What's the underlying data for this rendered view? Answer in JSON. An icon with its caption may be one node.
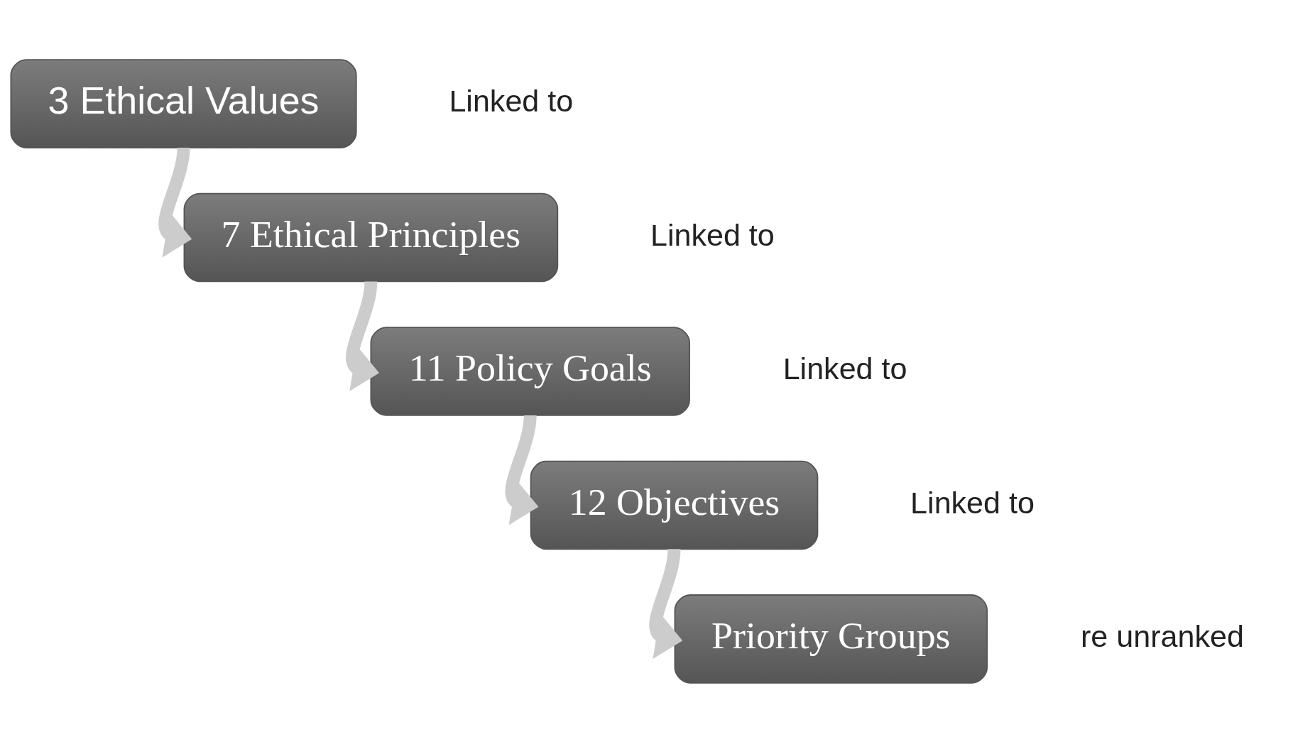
{
  "diagram": {
    "nodes": [
      {
        "text": [
          "3 Ethical Values"
        ],
        "beside": [
          "Linked to"
        ]
      },
      {
        "text": [
          "7 Ethical Principles"
        ],
        "beside": [
          "Linked to"
        ]
      },
      {
        "text": [
          "11 Policy Goals"
        ],
        "beside": [
          "Linked to"
        ]
      },
      {
        "text": [
          "12 Objectives"
        ],
        "beside": [
          "Linked to"
        ]
      },
      {
        "text": [
          "Priority Groups"
        ]
      }
    ],
    "edges": [
      {
        "from": 0,
        "to": 1,
        "arrow": "to"
      },
      {
        "from": 1,
        "to": 2,
        "arrow": "to"
      },
      {
        "from": 2,
        "to": 3,
        "arrow": "to"
      },
      {
        "from": 3,
        "to": 4,
        "arrow": "to"
      }
    ],
    "labels": [
      "re unranked"
    ]
  }
}
